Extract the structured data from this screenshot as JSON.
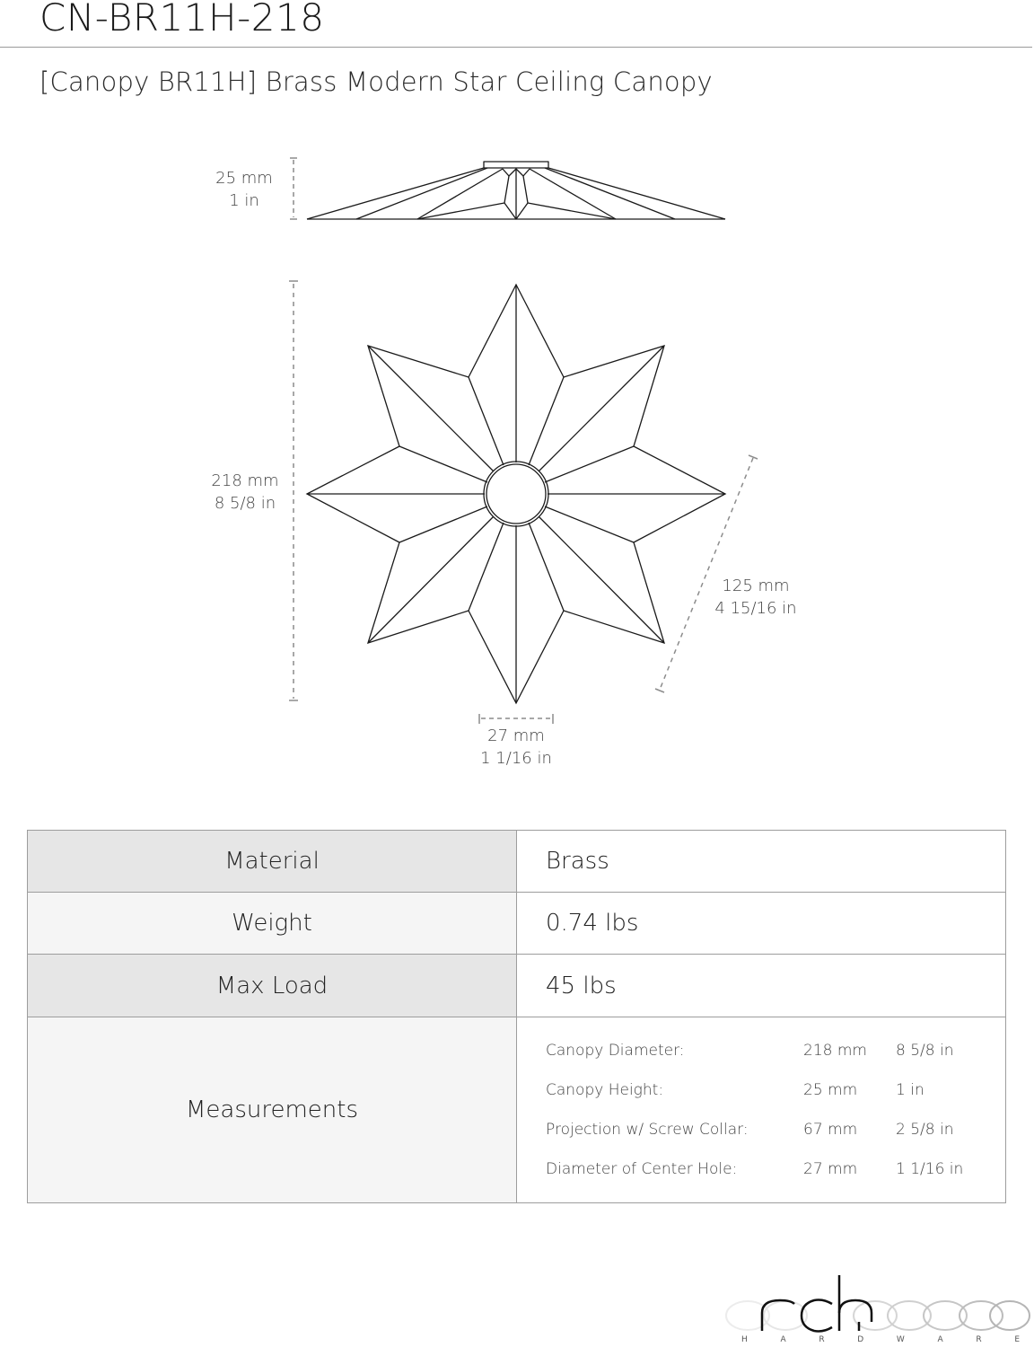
{
  "header": {
    "product_code": "CN-BR11H-218",
    "product_title": "[Canopy BR11H] Brass Modern Star Ceiling Canopy"
  },
  "drawing": {
    "side_view": {
      "height_mm": "25 mm",
      "height_in": "1 in"
    },
    "top_view": {
      "diameter_mm": "218 mm",
      "diameter_in": "8 5/8 in",
      "point_span_mm": "125 mm",
      "point_span_in": "4 15/16 in",
      "center_hole_mm": "27 mm",
      "center_hole_in": "1 1/16 in"
    },
    "line_color": "#1a1a1a",
    "dimension_color": "#8c8c8c"
  },
  "specs": {
    "rows": [
      {
        "label": "Material",
        "value": "Brass"
      },
      {
        "label": "Weight",
        "value": "0.74 lbs"
      },
      {
        "label": "Max Load",
        "value": "45 lbs"
      }
    ],
    "measurements": {
      "label": "Measurements",
      "items": [
        {
          "name": "Canopy Diameter:",
          "mm": "218 mm",
          "in": "8 5/8 in"
        },
        {
          "name": "Canopy Height:",
          "mm": "25 mm",
          "in": "1 in"
        },
        {
          "name": "Projection w/ Screw Collar:",
          "mm": "67 mm",
          "in": "2 5/8 in"
        },
        {
          "name": "Diameter of Center Hole:",
          "mm": "27 mm",
          "in": "1 1/16 in"
        }
      ]
    }
  },
  "brand": {
    "logo_text": "rch",
    "tagline_letters": [
      "H",
      "A",
      "R",
      "D",
      "W",
      "A",
      "R",
      "E"
    ]
  }
}
